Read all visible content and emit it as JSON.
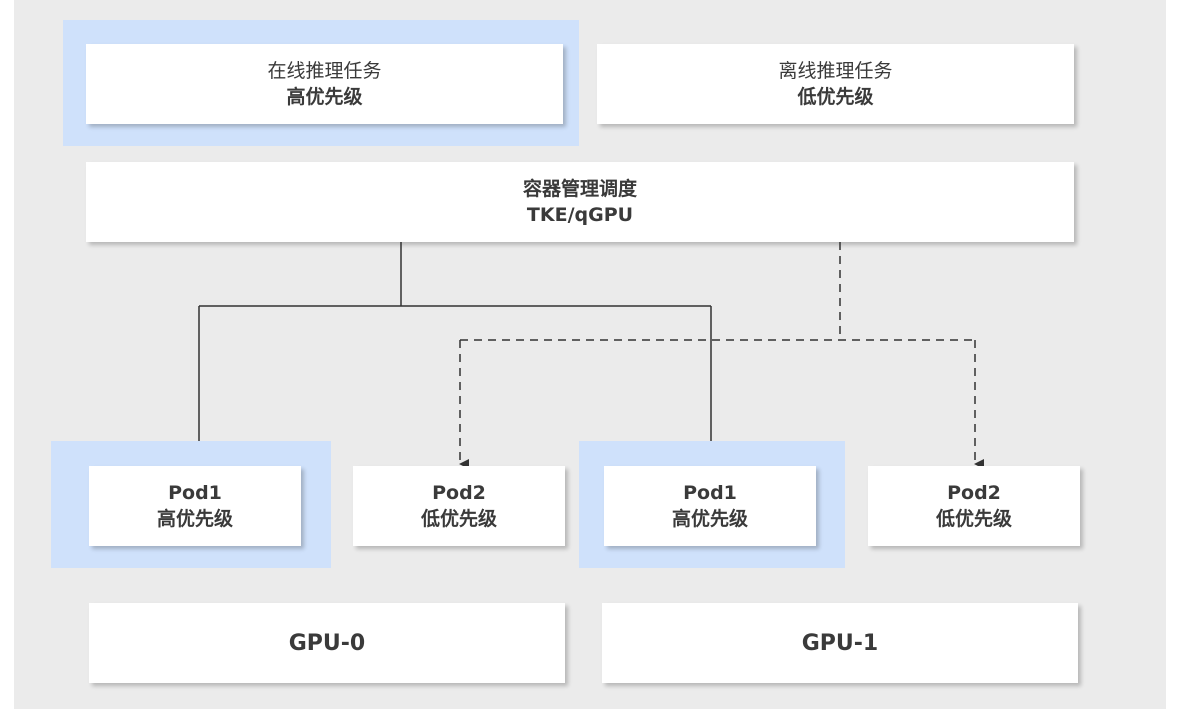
{
  "online_task": {
    "title": "在线推理任务",
    "priority": "高优先级"
  },
  "offline_task": {
    "title": "离线推理任务",
    "priority": "低优先级"
  },
  "scheduler": {
    "title": "容器管理调度",
    "subtitle": "TKE/qGPU"
  },
  "pods": [
    {
      "name": "Pod1",
      "priority": "高优先级",
      "highlighted": true
    },
    {
      "name": "Pod2",
      "priority": "低优先级",
      "highlighted": false
    },
    {
      "name": "Pod1",
      "priority": "高优先级",
      "highlighted": true
    },
    {
      "name": "Pod2",
      "priority": "低优先级",
      "highlighted": false
    }
  ],
  "gpus": [
    {
      "label": "GPU-0"
    },
    {
      "label": "GPU-1"
    }
  ],
  "colors": {
    "highlight": "#cfe1fb",
    "background": "#ebebeb",
    "box": "#ffffff",
    "line": "#333333"
  }
}
